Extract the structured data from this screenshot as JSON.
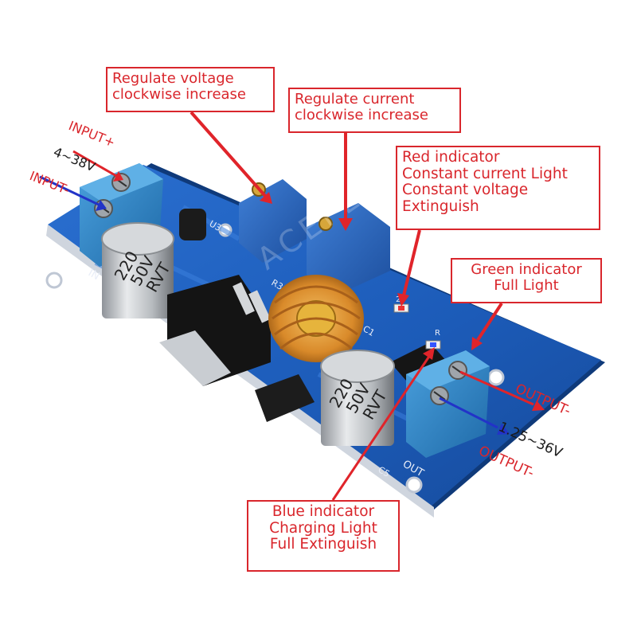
{
  "callouts": {
    "voltage": [
      "Regulate voltage",
      "clockwise increase"
    ],
    "current": [
      "Regulate current",
      "clockwise increase"
    ],
    "red": [
      "Red indicator",
      "Constant current Light",
      "Constant voltage",
      "Extinguish"
    ],
    "green": [
      "Green indicator",
      "Full Light"
    ],
    "blue": [
      "Blue indicator",
      "Charging Light",
      "Full Extinguish"
    ]
  },
  "terminals": {
    "input_plus": "INPUT+",
    "input_minus": "INPUT-",
    "input_range": "4~38V",
    "output_plus": "OUTPUT-",
    "output_minus": "OUTPUT-",
    "output_range": "1.25~36V"
  },
  "board": {
    "capacitor_1": [
      "220",
      "50V",
      "RVT"
    ],
    "capacitor_2": [
      "220",
      "50V",
      "RVT"
    ],
    "silkscreen": [
      "IN",
      "OUT",
      "R3",
      "C5",
      "C1",
      "U3",
      "2",
      "R"
    ],
    "watermark": "ACEFLEX"
  },
  "colors": {
    "pcb": "#1f5fc0",
    "callout": "#d9262c",
    "arrow_red": "#e0242a",
    "arrow_blue": "#2233c8",
    "terminal": "#2f86c9",
    "coil": "#d98a2a"
  }
}
